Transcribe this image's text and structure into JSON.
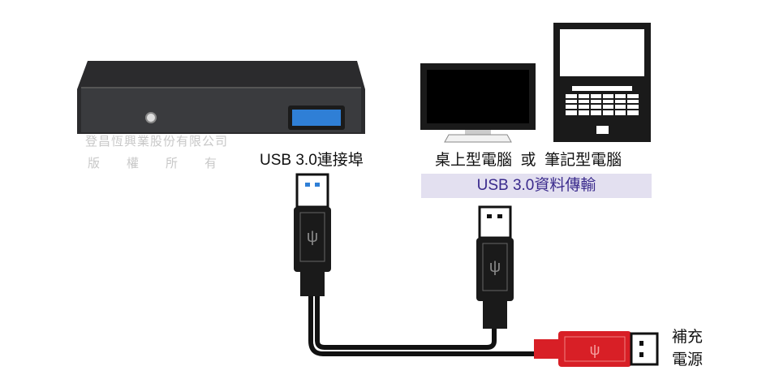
{
  "watermark": {
    "company": "登昌恆興業股份有限公司",
    "rights": "版　　權　　所　　有"
  },
  "labels": {
    "hub_port": "USB 3.0連接埠",
    "computers": "桌上型電腦  或  筆記型電腦",
    "transfer": "USB 3.0資料傳輸",
    "power_line1": "補充",
    "power_line2": "電源"
  },
  "colors": {
    "port_blue": "#2f7fd6",
    "power_red": "#d81f26",
    "band": "#e3e0f0",
    "band_text": "#3a2a8c"
  }
}
